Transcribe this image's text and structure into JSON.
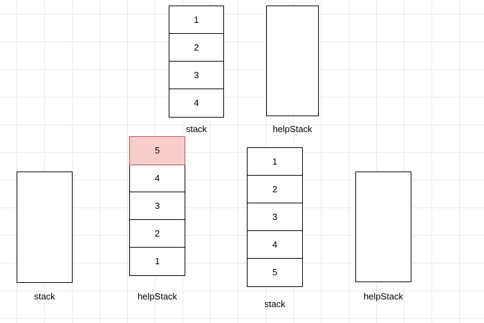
{
  "colors": {
    "background": "#ffffff",
    "grid": "#ebebeb",
    "cell_fill": "#ffffff",
    "cell_stroke": "#000000",
    "highlight_fill": "#f8cecc",
    "highlight_stroke": "#b85450",
    "text": "#000000"
  },
  "stacks": [
    {
      "name": "top-stack",
      "label": "stack",
      "cells": [
        "1",
        "2",
        "3",
        "4"
      ]
    },
    {
      "name": "top-helpstack",
      "label": "helpStack",
      "cells": []
    },
    {
      "name": "bottom-left-stack",
      "label": "stack",
      "cells": []
    },
    {
      "name": "middle-helpstack",
      "label": "helpStack",
      "cells": [
        "5",
        "4",
        "3",
        "2",
        "1"
      ],
      "highlighted_cell": "5"
    },
    {
      "name": "bottom-middle-stack",
      "label": "stack",
      "cells": [
        "1",
        "2",
        "3",
        "4",
        "5"
      ]
    },
    {
      "name": "bottom-right-helpstack",
      "label": "helpStack",
      "cells": []
    }
  ]
}
